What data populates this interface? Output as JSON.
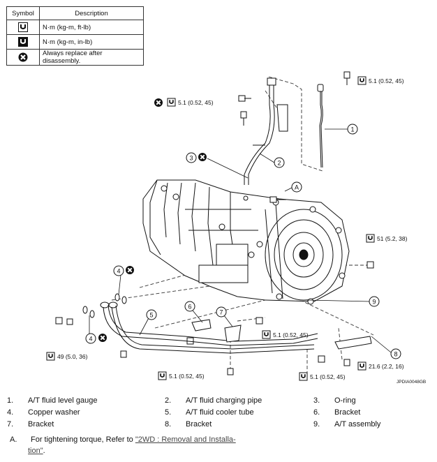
{
  "symbol_table": {
    "header_symbol": "Symbol",
    "header_description": "Description",
    "rows": [
      {
        "icon": "torque-wrench-icon",
        "description": "N·m (kg-m, ft-lb)"
      },
      {
        "icon": "torque-wrench-inlb-icon",
        "description": "N·m (kg-m, in-lb)"
      },
      {
        "icon": "replace-x-icon",
        "description": "Always replace after disassembly."
      }
    ]
  },
  "callouts": {
    "t_top_right": "5.1 (0.52, 45)",
    "t_top_left": "5.1 (0.52, 45)",
    "t_51": "51 (5.2, 38)",
    "t_mid": "5.1 (0.52, 45)",
    "t_49": "49 (5.0, 36)",
    "t_bottom_mid": "5.1 (0.52, 45)",
    "t_bottom_right": "5.1 (0.52, 45)",
    "t_216": "21.6 (2.2, 16)"
  },
  "part_numbers": [
    "1",
    "2",
    "3",
    "4",
    "4",
    "5",
    "6",
    "7",
    "8",
    "9"
  ],
  "letter_a": "A",
  "figure_code": "JPDIA0048GB",
  "legend": [
    {
      "num": "1.",
      "text": "A/T fluid level gauge"
    },
    {
      "num": "2.",
      "text": "A/T fluid charging pipe"
    },
    {
      "num": "3.",
      "text": "O-ring"
    },
    {
      "num": "4.",
      "text": "Copper washer"
    },
    {
      "num": "5.",
      "text": "A/T fluid cooler tube"
    },
    {
      "num": "6.",
      "text": "Bracket"
    },
    {
      "num": "7.",
      "text": "Bracket"
    },
    {
      "num": "8.",
      "text": "Bracket"
    },
    {
      "num": "9.",
      "text": "A/T assembly"
    }
  ],
  "note": {
    "letter": "A.",
    "text": "For tightening torque, Refer to ",
    "link_line1": "\"2WD : Removal and Installa-",
    "link_line2": "tion\"",
    "suffix": "."
  }
}
